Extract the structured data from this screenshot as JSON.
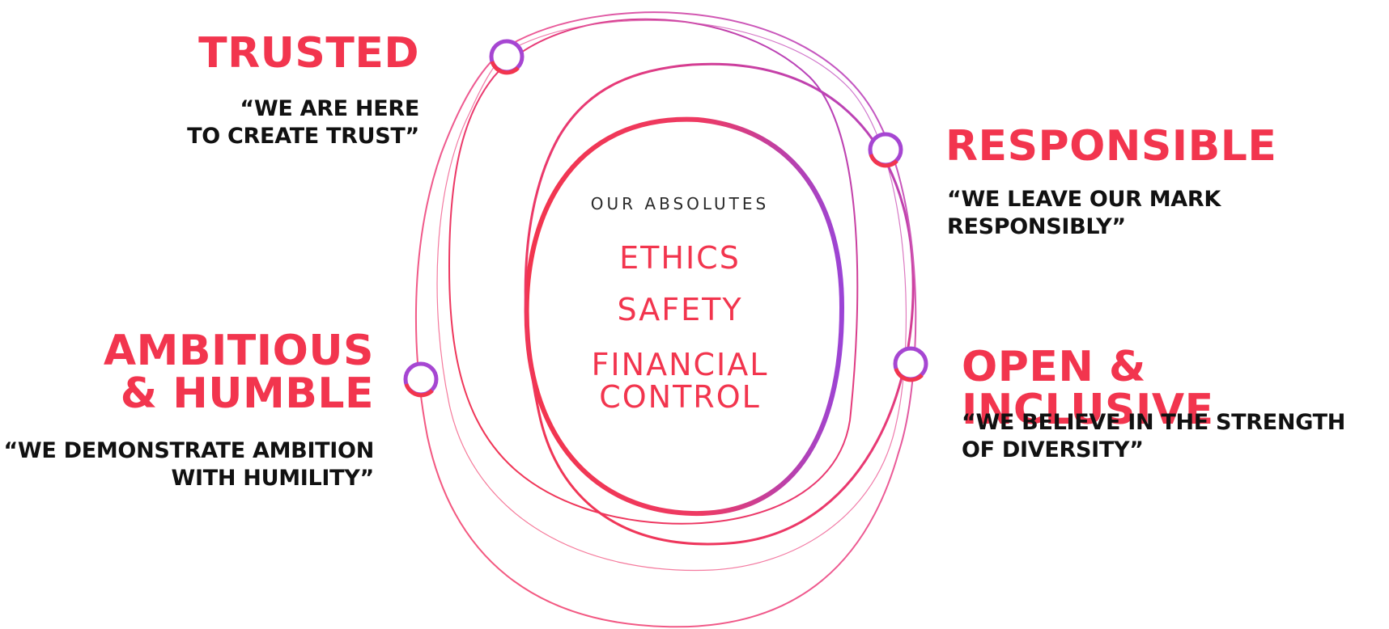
{
  "colors": {
    "accent": "#f2354e",
    "accent_pink": "#f06a8a",
    "accent_purple": "#9b44d6",
    "text_dark": "#111111"
  },
  "center": {
    "heading": "OUR ABSOLUTES",
    "absolutes": [
      "ETHICS",
      "SAFETY",
      "FINANCIAL\nCONTROL"
    ]
  },
  "values": {
    "trusted": {
      "title": "TRUSTED",
      "quote": "“WE ARE HERE\nTO CREATE TRUST”"
    },
    "ambitious": {
      "title": "AMBITIOUS\n& HUMBLE",
      "quote": "“WE DEMONSTRATE AMBITION\nWITH HUMILITY”"
    },
    "responsible": {
      "title": "RESPONSIBLE",
      "quote": "“WE LEAVE OUR MARK\nRESPONSIBLY”"
    },
    "open": {
      "title": "OPEN & INCLUSIVE",
      "quote": "“WE BELIEVE IN THE STRENGTH\nOF DIVERSITY”"
    }
  }
}
